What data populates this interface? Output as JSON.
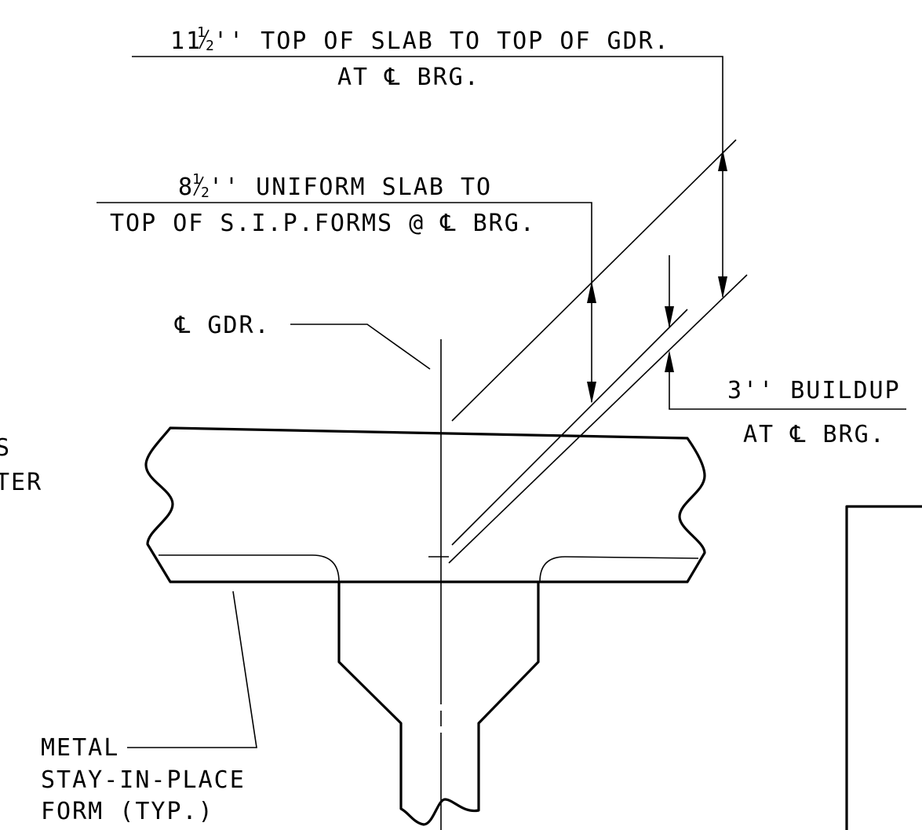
{
  "notes": {
    "top_of_slab": {
      "whole": "11",
      "frac_num": "1",
      "frac_den": "2",
      "line1_rest": "'' TOP OF SLAB TO TOP OF GDR.",
      "line2": "AT ℄ BRG."
    },
    "uniform_slab": {
      "whole": "8",
      "frac_num": "1",
      "frac_den": "2",
      "line1_rest": "'' UNIFORM SLAB TO",
      "line2": "TOP OF S.I.P.FORMS @ ℄ BRG."
    },
    "cl_girder": "℄ GDR.",
    "buildup": {
      "line1": "3'' BUILDUP",
      "line2": "AT ℄ BRG."
    },
    "metal_form": {
      "line1": "METAL",
      "line2": "STAY-IN-PLACE",
      "line3": "FORM (TYP.)"
    },
    "left_cut": {
      "line1": "S",
      "line2": "TER"
    }
  }
}
